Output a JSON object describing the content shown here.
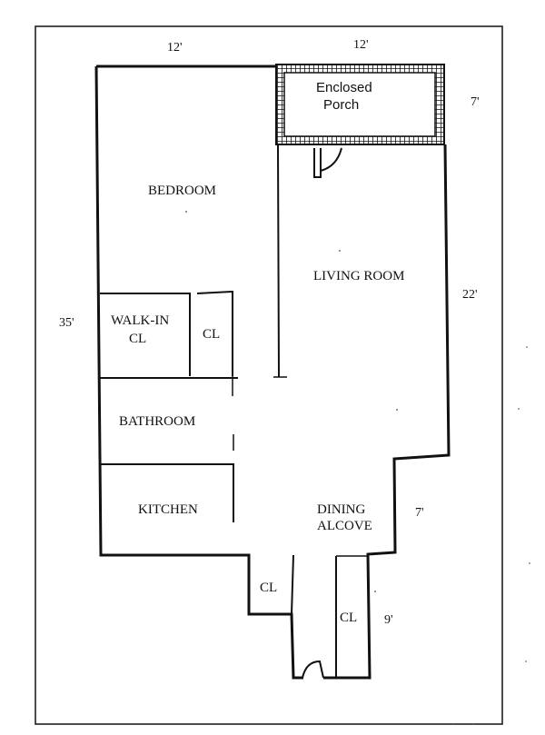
{
  "plan": {
    "dimensions": {
      "top_left": "12'",
      "top_right": "12'",
      "porch_depth": "7'",
      "total_height": "35'",
      "living_height": "22'",
      "alcove_depth": "7'",
      "entry_depth": "9'"
    },
    "rooms": {
      "porch_line1": "Enclosed",
      "porch_line2": "Porch",
      "bedroom": "BEDROOM",
      "living_room": "LIVING ROOM",
      "walkin_line1": "WALK-IN",
      "walkin_line2": "CL",
      "closet": "CL",
      "bathroom": "BATHROOM",
      "kitchen": "KITCHEN",
      "dining_line1": "DINING",
      "dining_line2": "ALCOVE",
      "entry_closet_left": "CL",
      "entry_closet_right": "CL"
    }
  }
}
